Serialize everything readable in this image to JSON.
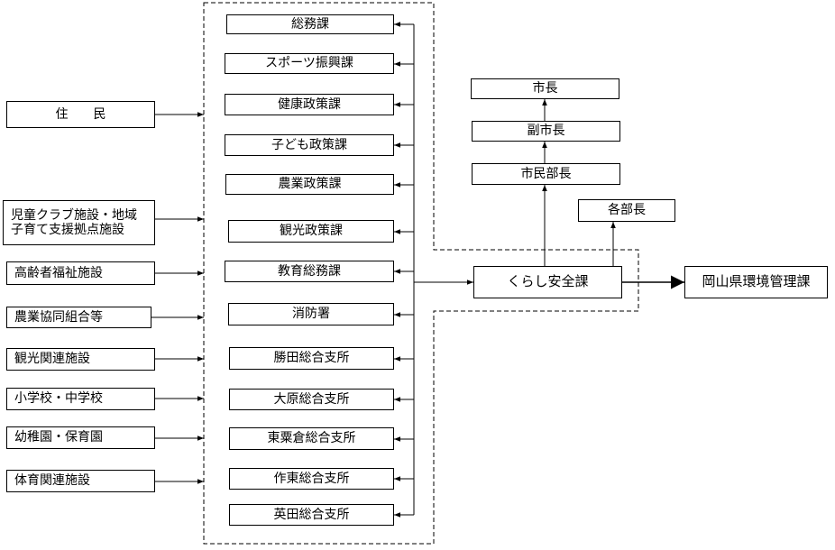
{
  "sources": [
    {
      "id": "residents",
      "label": "住　　民"
    },
    {
      "id": "childcare-club",
      "label_line1": "児童クラブ施設・地域",
      "label_line2": "子育て支援拠点施設"
    },
    {
      "id": "elderly-welfare",
      "label": "高齢者福祉施設"
    },
    {
      "id": "agri-coop",
      "label": "農業協同組合等"
    },
    {
      "id": "tourism-facility",
      "label": "観光関連施設"
    },
    {
      "id": "schools",
      "label": "小学校・中学校"
    },
    {
      "id": "kindergarten",
      "label": "幼稚園・保育園"
    },
    {
      "id": "sports-facility",
      "label": "体育関連施設"
    }
  ],
  "departments": [
    {
      "id": "general-affairs",
      "label": "総務課"
    },
    {
      "id": "sports-promotion",
      "label": "スポーツ振興課"
    },
    {
      "id": "health-policy",
      "label": "健康政策課"
    },
    {
      "id": "child-policy",
      "label": "子ども政策課"
    },
    {
      "id": "agri-policy",
      "label": "農業政策課"
    },
    {
      "id": "tourism-policy",
      "label": "観光政策課"
    },
    {
      "id": "education-affairs",
      "label": "教育総務課"
    },
    {
      "id": "fire-station",
      "label": "消防署"
    },
    {
      "id": "katsuta-branch",
      "label": "勝田総合支所"
    },
    {
      "id": "ohara-branch",
      "label": "大原総合支所"
    },
    {
      "id": "higashiawakura-branch",
      "label": "東粟倉総合支所"
    },
    {
      "id": "sakuto-branch",
      "label": "作東総合支所"
    },
    {
      "id": "aida-branch",
      "label": "英田総合支所"
    }
  ],
  "hub": {
    "label": "くらし安全課"
  },
  "chain": {
    "mayor": "市長",
    "deputy_mayor": "副市長",
    "citizen_director": "市民部長",
    "dept_directors": "各部長"
  },
  "prefecture": {
    "label": "岡山県環境管理課"
  }
}
